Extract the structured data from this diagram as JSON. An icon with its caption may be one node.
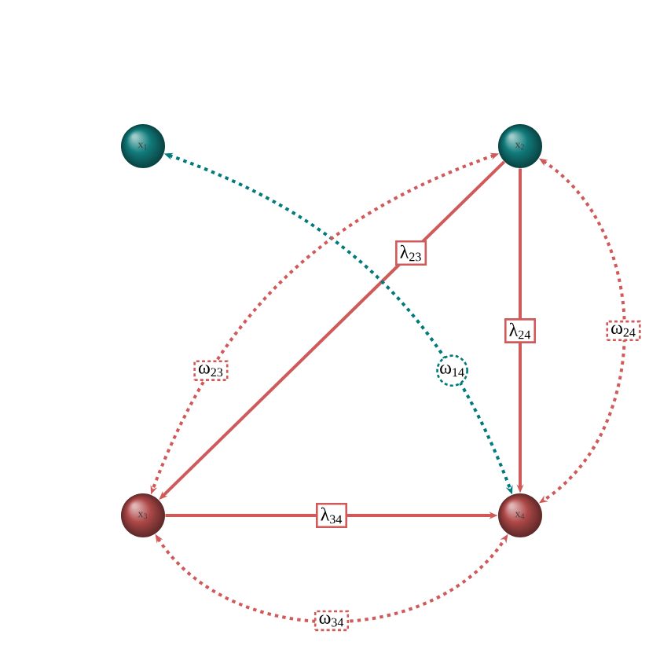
{
  "diagram": {
    "nodes": [
      {
        "text": [
          "x$_{1}$"
        ]
      },
      {
        "text": [
          "x$_{2}$"
        ]
      },
      {
        "text": [
          "x$_{3}$"
        ]
      },
      {
        "text": [
          "x$_{4}$"
        ]
      }
    ],
    "edges": [
      {
        "from": 1,
        "to": 2,
        "arrow": "to",
        "label": "λ$_{23}$"
      },
      {
        "from": 1,
        "to": 3,
        "arrow": "to",
        "label": "λ$_{24}$"
      },
      {
        "from": 2,
        "to": 3,
        "arrow": "to",
        "label": "λ$_{34}$"
      },
      {
        "from": 0,
        "to": 3,
        "arrow": "both",
        "label": "ω$_{14}$",
        "style": "dashed",
        "color": "#007a7a"
      },
      {
        "from": 1,
        "to": 2,
        "arrow": "both",
        "label": "ω$_{23}$",
        "style": "dashed"
      },
      {
        "from": 1,
        "to": 3,
        "arrow": "both",
        "label": "ω$_{24}$",
        "style": "dashed"
      },
      {
        "from": 2,
        "to": 3,
        "arrow": "both",
        "label": "ω$_{34}$",
        "style": "dashed"
      }
    ]
  }
}
